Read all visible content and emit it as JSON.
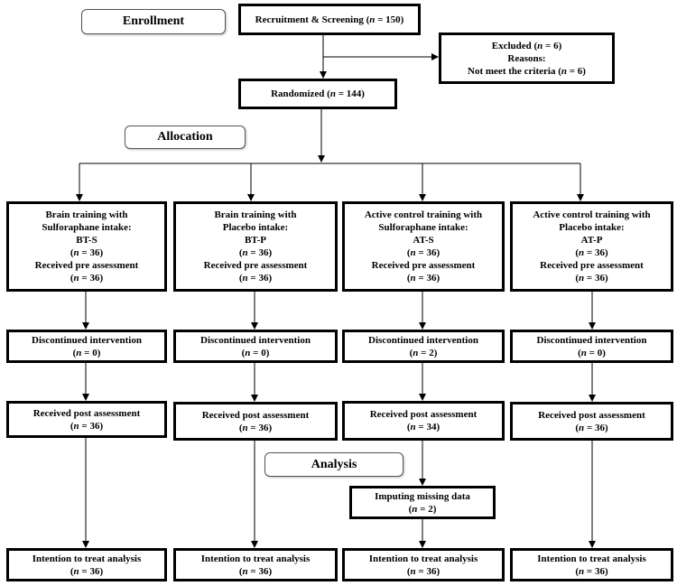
{
  "stages": {
    "enrollment": "Enrollment",
    "allocation": "Allocation",
    "analysis": "Analysis"
  },
  "recruitment": {
    "label": "Recruitment & Screening",
    "n": "150"
  },
  "excluded": {
    "label": "Excluded",
    "n": "6",
    "reasons_label": "Reasons:",
    "reason": "Not meet the criteria",
    "reason_n": "6"
  },
  "randomized": {
    "label": "Randomized",
    "n": "144"
  },
  "groups": [
    {
      "line1": "Brain training with",
      "line2": "Sulforaphane intake:",
      "code": "BT-S",
      "n": "36",
      "pre_label": "Received pre assessment",
      "pre_n": "36",
      "disc_label": "Discontinued intervention",
      "disc_n": "0",
      "post_label": "Received post assessment",
      "post_n": "36",
      "itt_label": "Intention to treat analysis",
      "itt_n": "36"
    },
    {
      "line1": "Brain training with",
      "line2": "Placebo intake:",
      "code": "BT-P",
      "n": "36",
      "pre_label": "Received pre assessment",
      "pre_n": "36",
      "disc_label": "Discontinued intervention",
      "disc_n": "0",
      "post_label": "Received post assessment",
      "post_n": "36",
      "itt_label": "Intention to treat analysis",
      "itt_n": "36"
    },
    {
      "line1": "Active control training with",
      "line2": "Sulforaphane intake:",
      "code": "AT-S",
      "n": "36",
      "pre_label": "Received pre assessment",
      "pre_n": "36",
      "disc_label": "Discontinued intervention",
      "disc_n": "2",
      "post_label": "Received post assessment",
      "post_n": "34",
      "itt_label": "Intention to treat analysis",
      "itt_n": "36"
    },
    {
      "line1": "Active control training with",
      "line2": "Placebo intake:",
      "code": "AT-P",
      "n": "36",
      "pre_label": "Received pre assessment",
      "pre_n": "36",
      "disc_label": "Discontinued intervention",
      "disc_n": "0",
      "post_label": "Received post assessment",
      "post_n": "36",
      "itt_label": "Intention to treat analysis",
      "itt_n": "36"
    }
  ],
  "imputing": {
    "label": "Imputing missing data",
    "n": "2"
  },
  "n_symbol": "n"
}
